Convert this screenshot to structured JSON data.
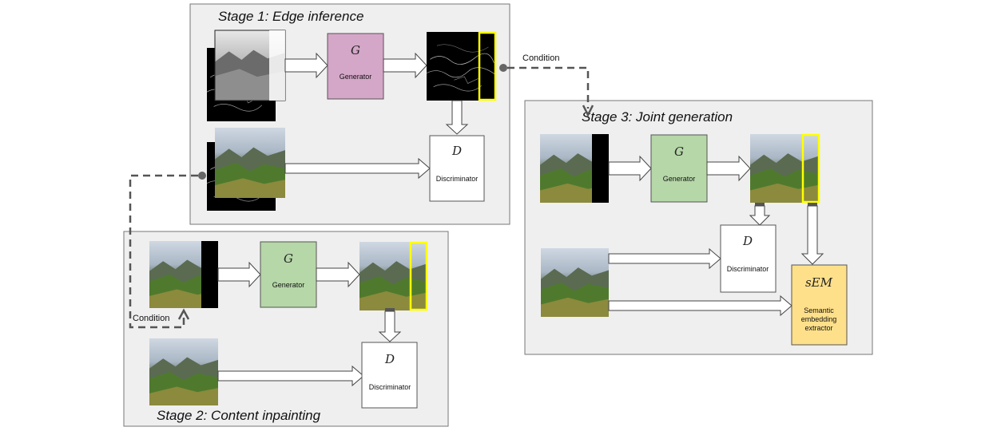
{
  "stage1": {
    "title": "Stage 1: Edge inference",
    "generator": {
      "symbol": "G",
      "label": "Generator",
      "color": "#d4a6c8"
    },
    "discriminator": {
      "symbol": "D",
      "label": "Discriminator"
    }
  },
  "stage2": {
    "title": "Stage 2: Content inpainting",
    "generator": {
      "symbol": "G",
      "label": "Generator",
      "color": "#b6d7a8"
    },
    "discriminator": {
      "symbol": "D",
      "label": "Discriminator"
    },
    "condition_label": "Condition"
  },
  "stage3": {
    "title": "Stage 3: Joint generation",
    "generator": {
      "symbol": "G",
      "label": "Generator",
      "color": "#b6d7a8"
    },
    "discriminator": {
      "symbol": "D",
      "label": "Discriminator"
    },
    "extractor": {
      "symbol": "sEM",
      "label_lines": [
        "Semantic",
        "embedding",
        "extractor"
      ],
      "color": "#ffe08a"
    },
    "condition_label": "Condition"
  },
  "colors": {
    "panel_bg": "#efefef",
    "highlight": "#ffff00",
    "dashed": "#555555"
  }
}
